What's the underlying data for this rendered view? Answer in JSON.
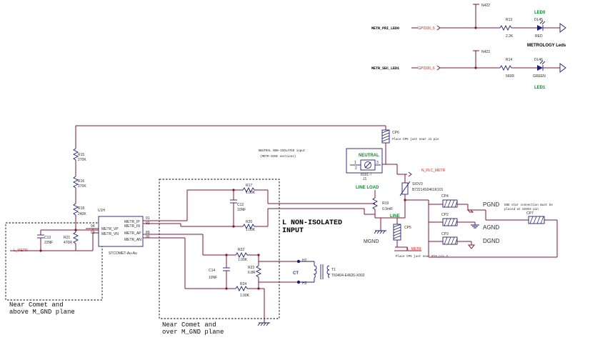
{
  "nets": {
    "metr_pri_led0": "METR_PRI_LED0",
    "metr_sec_led1": "METR_SEC_LED1",
    "gpio_a": "GPIO06_5",
    "gpio_b": "GPIO06_6",
    "n_plc_metr": "N_PLC_METR",
    "l_metr_left": "L_METR",
    "l_metr_right": "L_METR",
    "pgnd": "PGND",
    "agnd": "AGND",
    "dgnd": "DGND",
    "mgnd": "MGND"
  },
  "labels": {
    "led0": "LED0",
    "led1": "LED1",
    "metrology_leds": "METROLOGY Leds",
    "neutral": "NEUTRAL",
    "line_load": "LINE LOAD",
    "line": "LINE",
    "ct": "CT",
    "l_non_isolated": "L NON-ISOLATED",
    "input": "INPUT"
  },
  "notes": {
    "neutral_non_isolated": "NEUTRAL NON-ISOLATED input",
    "metr_scni": "(METR-SCNI sections)",
    "cp6_note": "Place CP6 just near J1 pin",
    "cp5_note": "Place CP5 just near R19 pin 3",
    "gnd_star_1": "GND star connection must be",
    "gnd_star_2": "placed at SIOV3 pin",
    "near_comet_1": "Near Comet and",
    "near_comet_2": "above M_GND plane",
    "near_comet_3": "Near Comet and",
    "near_comet_4": "over M_GND plane"
  },
  "components": {
    "n422": "N422",
    "n423": "N423",
    "r13": "R13",
    "r13_v": "2.2K",
    "r14": "R14",
    "r14_v": "560R",
    "dl45": "DL45",
    "dl45_c": "RED",
    "dl46": "DL46",
    "dl46_c": "GREEN",
    "cp6": "CP6",
    "cp5": "CP5",
    "cp4": "CP4",
    "cp2": "CP2",
    "cp3": "CP3",
    "cp7": "CP7",
    "j1": "J1",
    "j1_pn": "8191-7",
    "siov3": "SIOV3",
    "siov3_pn": "B72214S0461K101",
    "r19": "R19",
    "r19_v": "0.3mR",
    "r15": "R15",
    "r15_v": "270K",
    "r16": "R16",
    "r16_v": "270K",
    "r18": "R18",
    "r18_v": "240K",
    "r21": "R21",
    "r21_v": "470R",
    "c13": "C13",
    "c13_v": "22NF",
    "u1": "U1H",
    "u1_pn": "STCOMET-Au-Au",
    "pin_vp": "METR_VP",
    "pin_vn": "METR_VN",
    "pin_ip": "METR_IP",
    "pin_in": "METR_IN",
    "pin_ap": "METR_AP",
    "pin_an": "METR_AN",
    "p94": "94",
    "p93": "93",
    "p91": "91",
    "p92": "92",
    "p89": "89",
    "p90": "90",
    "r17": "R17",
    "r17_v": "1.00K",
    "r20": "R20",
    "r20_v": "1.00K",
    "c12": "C12",
    "c12_v": "10NF",
    "r22": "R22",
    "r22_v": "1.00K",
    "r23": "R23",
    "r23_v": "6.8R",
    "r24": "R24",
    "r24_v": "1.00K",
    "c14": "C14",
    "c14_v": "10NF",
    "t1": "T1",
    "t1_pn": "T60404-E4626-X002",
    "h2": "H2",
    "h3": "H3",
    "j1_p1": "1",
    "j1_p2": "2",
    "j1_p3": "3"
  }
}
